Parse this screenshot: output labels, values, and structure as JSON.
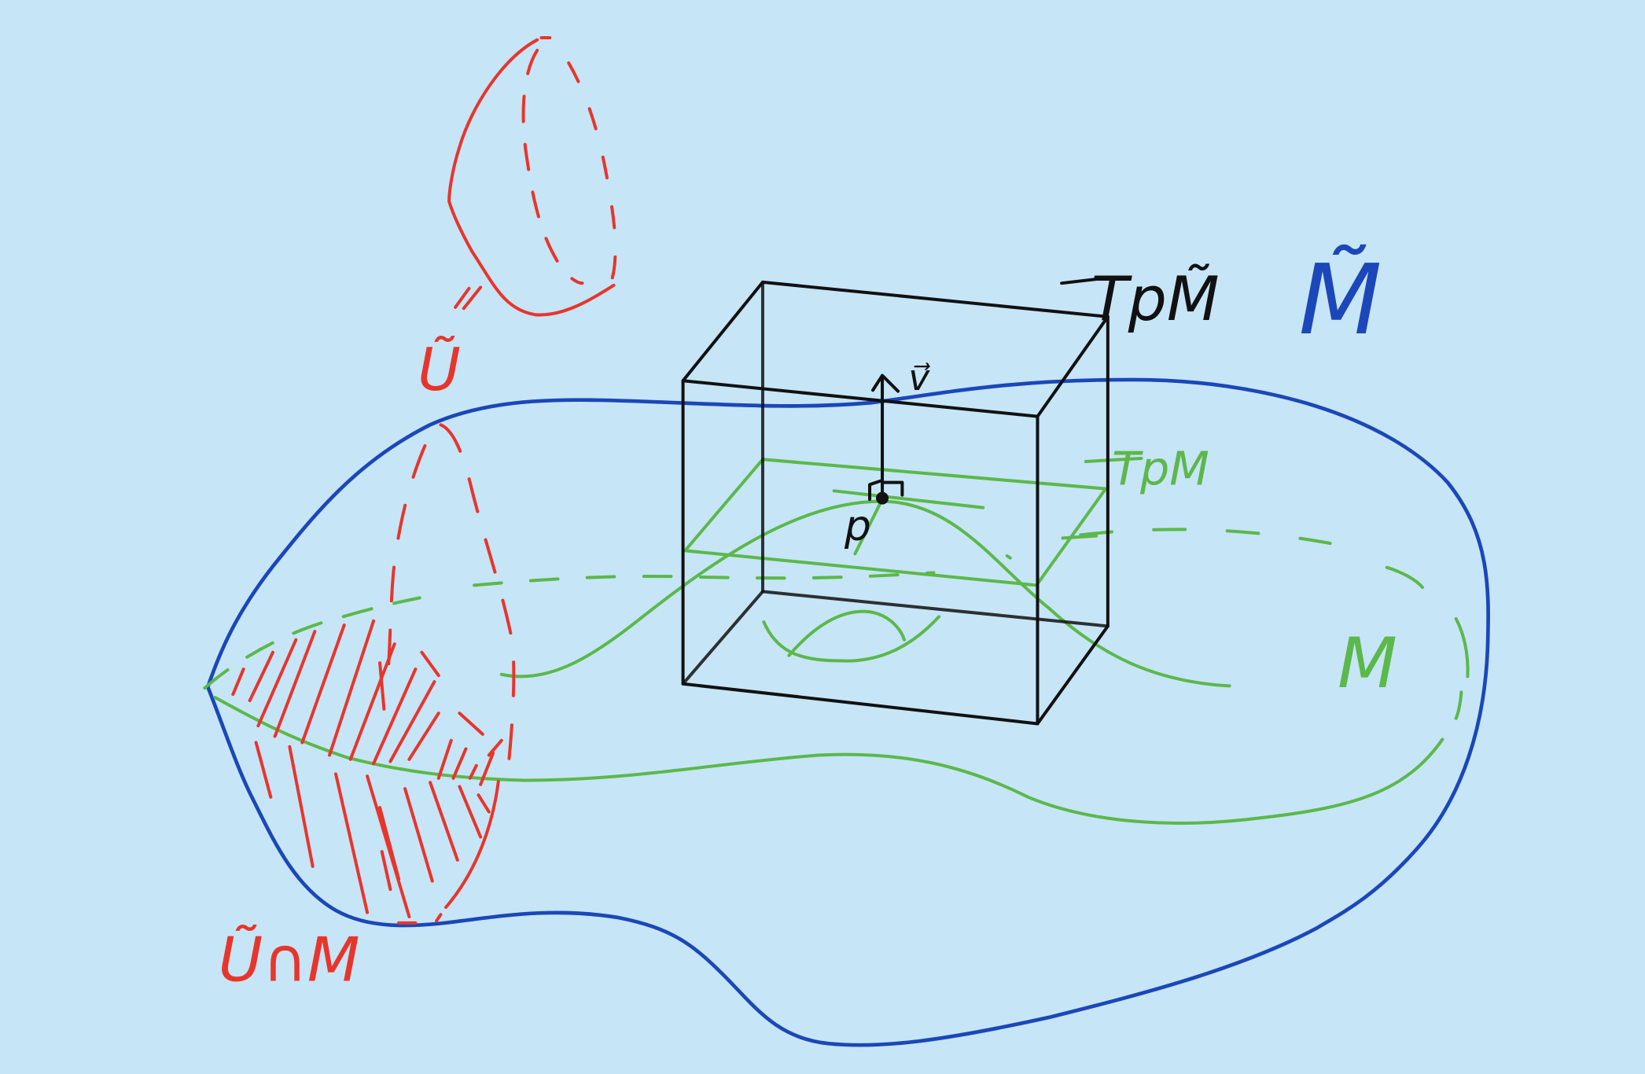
{
  "diagram": {
    "labels": {
      "ambient_manifold": "M̃",
      "submanifold": "M",
      "ambient_tangent_space": "TpM̃",
      "tangent_space": "TpM",
      "normal_vector": "v⃗",
      "point": "p",
      "neighborhood": "Ũ",
      "intersection": "Ũ∩M"
    },
    "colors": {
      "background": "#c6e5f7",
      "ambient": "#1b47b8",
      "submanifold": "#5cb84a",
      "neighborhood": "#e8352b",
      "tangent_box": "#111111"
    }
  }
}
